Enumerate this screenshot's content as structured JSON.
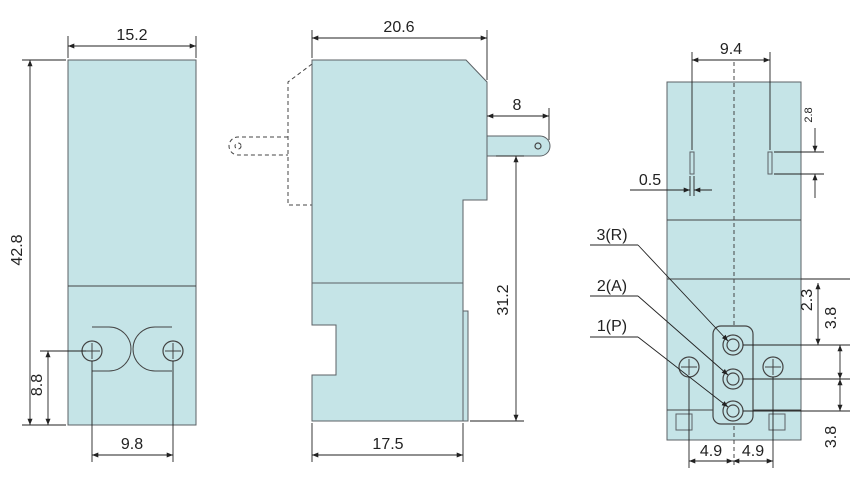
{
  "colors": {
    "body": "#c5e4e7",
    "line": "#444444",
    "background": "#ffffff"
  },
  "front_view": {
    "width_label": "15.2",
    "height_label": "42.8",
    "hole_offset_label": "8.8",
    "hole_spacing_label": "9.8"
  },
  "side_view": {
    "width_label": "20.6",
    "terminal_label": "8",
    "height_label": "31.2",
    "base_label": "17.5"
  },
  "rear_view": {
    "slot_spacing_label": "9.4",
    "slot_height_label": "2.8",
    "slot_width_label": "0.5",
    "port_r_label": "3(R)",
    "port_a_label": "2(A)",
    "port_p_label": "1(P)",
    "port_offset_label": "2.3",
    "port_pitch_upper_label": "3.8",
    "port_pitch_lower_label": "3.8",
    "left_half_label": "4.9",
    "right_half_label": "4.9"
  }
}
